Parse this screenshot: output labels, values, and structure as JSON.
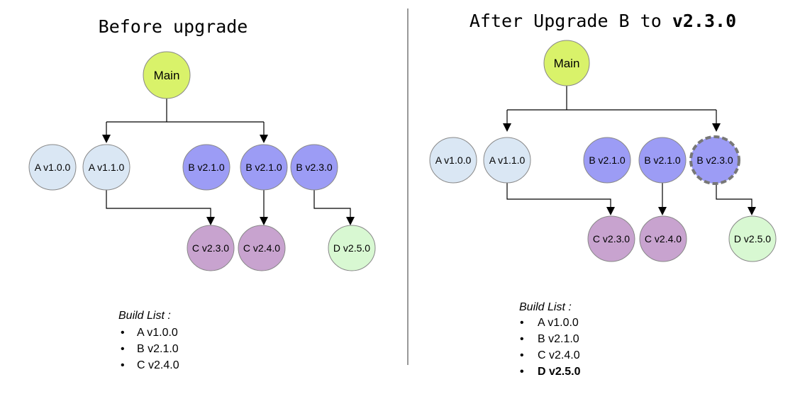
{
  "colors": {
    "main": "#d9f26a",
    "A": "#dae7f4",
    "B": "#9c9cf5",
    "C": "#c8a3cf",
    "D": "#d8f8d2",
    "divider": "#333333"
  },
  "panels": [
    {
      "title_prefix": "Before upgrade",
      "title_bold": "",
      "main_label": "Main",
      "nodes": [
        {
          "id": "A1",
          "label": "A v1.0.0",
          "color": "A"
        },
        {
          "id": "A2",
          "label": "A v1.1.0",
          "color": "A"
        },
        {
          "id": "B1",
          "label": "B v2.1.0",
          "color": "B"
        },
        {
          "id": "B2",
          "label": "B v2.1.0",
          "color": "B"
        },
        {
          "id": "B3",
          "label": "B v2.3.0",
          "color": "B"
        },
        {
          "id": "C1",
          "label": "C v2.3.0",
          "color": "C"
        },
        {
          "id": "C2",
          "label": "C v2.4.0",
          "color": "C"
        },
        {
          "id": "D1",
          "label": "D v2.5.0",
          "color": "D"
        }
      ],
      "build_list_title": "Build List :",
      "build_list": [
        {
          "text": "A v1.0.0",
          "bold": false
        },
        {
          "text": "B v2.1.0",
          "bold": false
        },
        {
          "text": "C v2.4.0",
          "bold": false
        }
      ]
    },
    {
      "title_prefix": "After Upgrade B to ",
      "title_bold": "v2.3.0",
      "main_label": "Main",
      "nodes": [
        {
          "id": "A1",
          "label": "A v1.0.0",
          "color": "A"
        },
        {
          "id": "A2",
          "label": "A v1.1.0",
          "color": "A"
        },
        {
          "id": "B1",
          "label": "B v2.1.0",
          "color": "B"
        },
        {
          "id": "B2",
          "label": "B v2.1.0",
          "color": "B"
        },
        {
          "id": "B3",
          "label": "B v2.3.0",
          "color": "B",
          "highlighted": true
        },
        {
          "id": "C1",
          "label": "C v2.3.0",
          "color": "C"
        },
        {
          "id": "C2",
          "label": "C v2.4.0",
          "color": "C"
        },
        {
          "id": "D1",
          "label": "D v2.5.0",
          "color": "D"
        }
      ],
      "build_list_title": "Build List :",
      "build_list": [
        {
          "text": "A v1.0.0",
          "bold": false
        },
        {
          "text": "B v2.1.0",
          "bold": false
        },
        {
          "text": "C v2.4.0",
          "bold": false
        },
        {
          "text": "D v2.5.0",
          "bold": true
        }
      ]
    }
  ],
  "bullet_char": "•"
}
